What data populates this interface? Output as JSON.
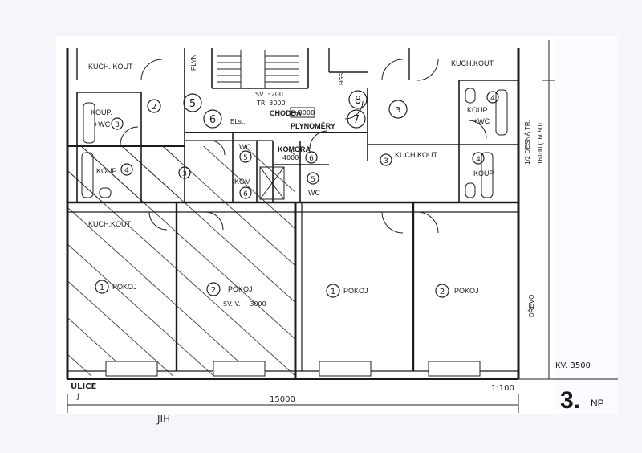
{
  "labels": {
    "kuch_kout_top_left": "KUCH. KOUT",
    "kuch_kout_top_right": "KUCH.KOUT",
    "kuch_kout_mid_right": "KUCH.KOUT",
    "kuch_kout_lower_left": "KUCH.KOUT",
    "koup_wc_left": "KOUP.",
    "koup_wc_left_2": "+WC",
    "koup_left": "KOUP.",
    "koup_wc_right": "KOUP.",
    "koup_wc_right_2": "+WC",
    "koup_right": "KOUP.",
    "plyn": "PLYN",
    "chodba": "CHODBA",
    "plynomery": "PLYNOMĚRY",
    "komora": "KOMORA",
    "wc_a": "WC",
    "wc_b": "WC",
    "kom": "KOM",
    "elst": "ELst.",
    "pokoj_1_left": "POKOJ",
    "pokoj_2_left": "POKOJ",
    "pokoj_1_right": "POKOJ",
    "pokoj_2_right": "POKOJ",
    "drevo": "DŘEVO"
  },
  "numbers": {
    "n1_left": "1",
    "n2_left": "2",
    "n1_right": "1",
    "n2_right": "2",
    "c2": "2",
    "c3_top": "3",
    "c4": "4",
    "c5": "5",
    "c6": "6",
    "c7": "7",
    "c8": "8",
    "c3_right": "3",
    "c4_right": "4",
    "c4_right_b": "4",
    "c3_mid": "3",
    "c3_small": "3",
    "c5_small": "5",
    "c6_small": "6",
    "c5_wc": "5",
    "c6_komora": "6"
  },
  "annotations": {
    "sv_top": "SV. 3200",
    "tr_top": "TR. 3000",
    "plus_3000": "+3000",
    "k_4000": "4000",
    "sv_room": "SV. V. ~ 3000",
    "hgs": "HGS",
    "desna_tr": "1/2 DESNÁ TR.",
    "dim_right": "16100 (16050)",
    "kv": "KV. 3500",
    "scale": "1:100",
    "width_dim": "15000",
    "ulice": "ULICE",
    "ulice_j": "J",
    "jih": "JIH",
    "floor_num": "3.",
    "floor_np": "NP"
  }
}
